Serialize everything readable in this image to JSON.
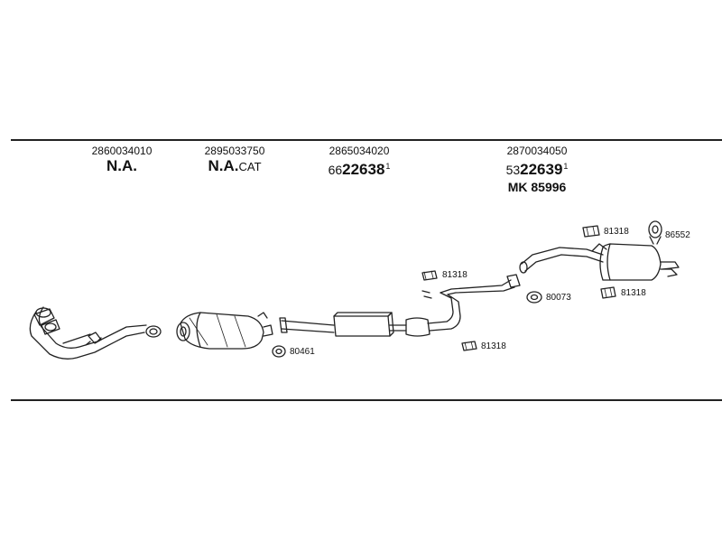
{
  "columns": [
    {
      "part_number": "2860034010",
      "name": "N.A.",
      "suffix": ""
    },
    {
      "part_number": "2895033750",
      "name": "N.A.",
      "suffix": "CAT"
    },
    {
      "part_number": "2865034020",
      "prefix": "66",
      "name": "22638",
      "superscript": "1"
    },
    {
      "part_number": "2870034050",
      "prefix": "53",
      "name": "22639",
      "superscript": "1",
      "extra": "MK  85996"
    }
  ],
  "labels": {
    "gasket_80461": "80461",
    "clamp_81318_mid_top": "81318",
    "clamp_81318_mid_bottom": "81318",
    "gasket_80073": "80073",
    "clamp_81318_rear_top": "81318",
    "ring_86552": "86552",
    "clamp_81318_rear_bottom": "81318"
  }
}
